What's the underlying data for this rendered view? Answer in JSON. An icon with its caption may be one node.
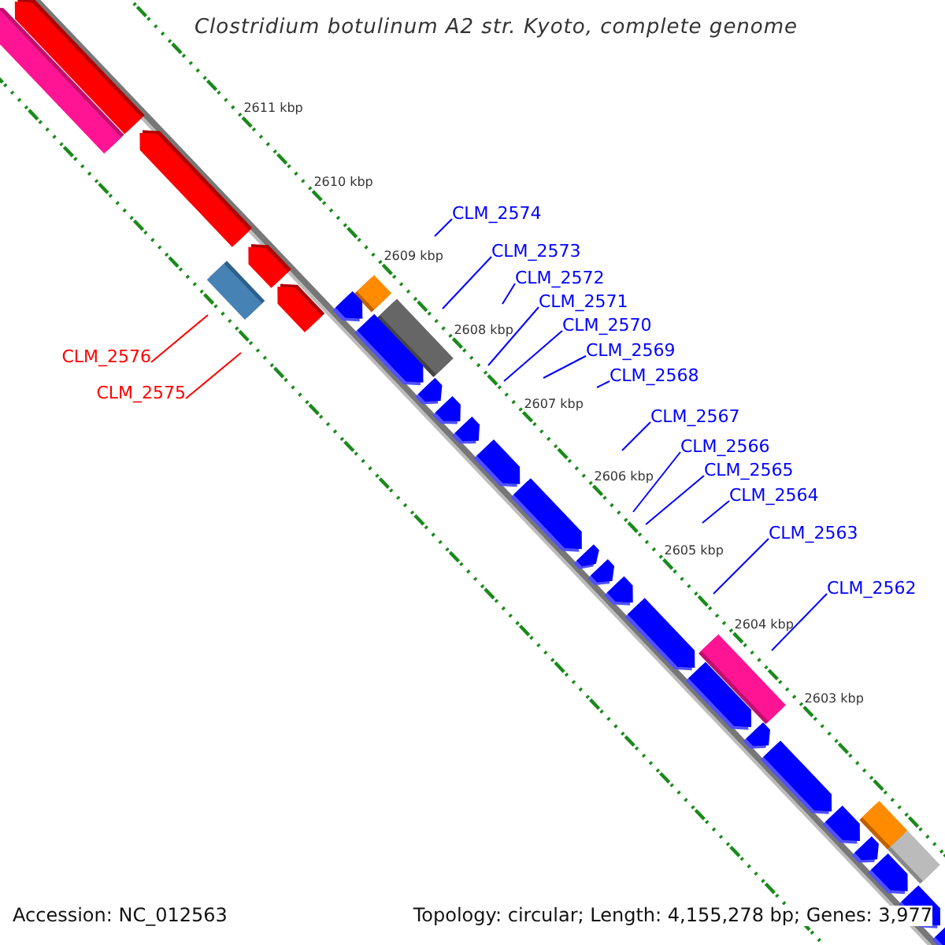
{
  "diagram": {
    "title": "Clostridium botulinum A2 str. Kyoto, complete genome",
    "nodes": [
      {
        "text": [
          "CLM_2574"
        ]
      },
      {
        "text": [
          "CLM_2573"
        ]
      },
      {
        "text": [
          "CLM_2572"
        ]
      },
      {
        "text": [
          "CLM_2571"
        ]
      },
      {
        "text": [
          "CLM_2570"
        ]
      },
      {
        "text": [
          "CLM_2569"
        ]
      },
      {
        "text": [
          "CLM_2568"
        ]
      },
      {
        "text": [
          "CLM_2567"
        ]
      },
      {
        "text": [
          "CLM_2566"
        ]
      },
      {
        "text": [
          "CLM_2565"
        ]
      },
      {
        "text": [
          "CLM_2564"
        ]
      },
      {
        "text": [
          "CLM_2563"
        ]
      },
      {
        "text": [
          "CLM_2562"
        ]
      },
      {
        "text": [
          "CLM_2576"
        ]
      },
      {
        "text": [
          "CLM_2575"
        ]
      }
    ],
    "edges": [
      {
        "from": 0,
        "to": null,
        "arrow": "none"
      },
      {
        "from": 1,
        "to": null,
        "arrow": "none"
      },
      {
        "from": 2,
        "to": null,
        "arrow": "none"
      },
      {
        "from": 3,
        "to": null,
        "arrow": "none"
      },
      {
        "from": 4,
        "to": null,
        "arrow": "none"
      },
      {
        "from": 5,
        "to": null,
        "arrow": "none"
      },
      {
        "from": 6,
        "to": null,
        "arrow": "none"
      },
      {
        "from": 7,
        "to": null,
        "arrow": "none"
      },
      {
        "from": 8,
        "to": null,
        "arrow": "none"
      },
      {
        "from": 9,
        "to": null,
        "arrow": "none"
      },
      {
        "from": 10,
        "to": null,
        "arrow": "none"
      },
      {
        "from": 11,
        "to": null,
        "arrow": "none"
      },
      {
        "from": 12,
        "to": null,
        "arrow": "none"
      },
      {
        "from": 13,
        "to": null,
        "arrow": "none",
        "color": "#ff0000"
      },
      {
        "from": 14,
        "to": null,
        "arrow": "none",
        "color": "#ff0000"
      }
    ],
    "labels": [
      "2611 kbp",
      "2610 kbp",
      "2609 kbp",
      "2608 kbp",
      "2607 kbp",
      "2606 kbp",
      "2605 kbp",
      "2604 kbp",
      "2603 kbp",
      "Accession: NC_012563",
      "Topology: circular; Length: 4,155,278 bp; Genes: 3,977"
    ]
  }
}
